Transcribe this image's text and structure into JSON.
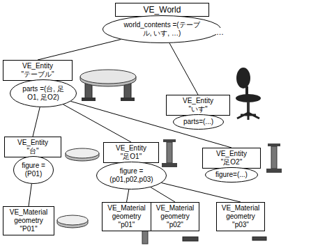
{
  "diagram": {
    "nodes": [
      {
        "text": [
          "VE_World"
        ]
      },
      {
        "text": [
          "world_contents =(テーブル, いす, …)"
        ]
      },
      {
        "text": [
          "VE_Entity",
          "\"テーブル\""
        ]
      },
      {
        "text": [
          "parts =(台, 足O1, 足O2)"
        ]
      },
      {
        "text": [
          "VE_Entity",
          "\"いす\""
        ]
      },
      {
        "text": [
          "parts=(...)"
        ]
      },
      {
        "text": [
          "VE_Entity",
          "\"台\""
        ]
      },
      {
        "text": [
          "figure =(P01)"
        ]
      },
      {
        "text": [
          "VE_Entity",
          "\"足O1\""
        ]
      },
      {
        "text": [
          "figure =(p01,p02,p03)"
        ]
      },
      {
        "text": [
          "VE_Entity",
          "\"足O2\""
        ]
      },
      {
        "text": [
          "figure=(...)"
        ]
      },
      {
        "text": [
          "VE_Material geometry",
          "\"P01\""
        ]
      },
      {
        "text": [
          "VE_Material geometry",
          "\"p01\""
        ]
      },
      {
        "text": [
          "VE_Material geometry",
          "\"p02\""
        ]
      },
      {
        "text": [
          "VE_Material geometry",
          "\"p03\""
        ]
      }
    ],
    "edges": [
      {
        "from": 1,
        "to": 2,
        "arrow": "none"
      },
      {
        "from": 1,
        "to": 4,
        "arrow": "none"
      },
      {
        "from": 3,
        "to": 6,
        "arrow": "none"
      },
      {
        "from": 3,
        "to": 8,
        "arrow": "none"
      },
      {
        "from": 3,
        "to": 10,
        "arrow": "none"
      },
      {
        "from": 7,
        "to": 12,
        "arrow": "none"
      },
      {
        "from": 9,
        "to": 13,
        "arrow": "none"
      },
      {
        "from": 9,
        "to": 14,
        "arrow": "none"
      },
      {
        "from": 9,
        "to": 15,
        "arrow": "none"
      }
    ],
    "labels": [
      "…"
    ]
  }
}
